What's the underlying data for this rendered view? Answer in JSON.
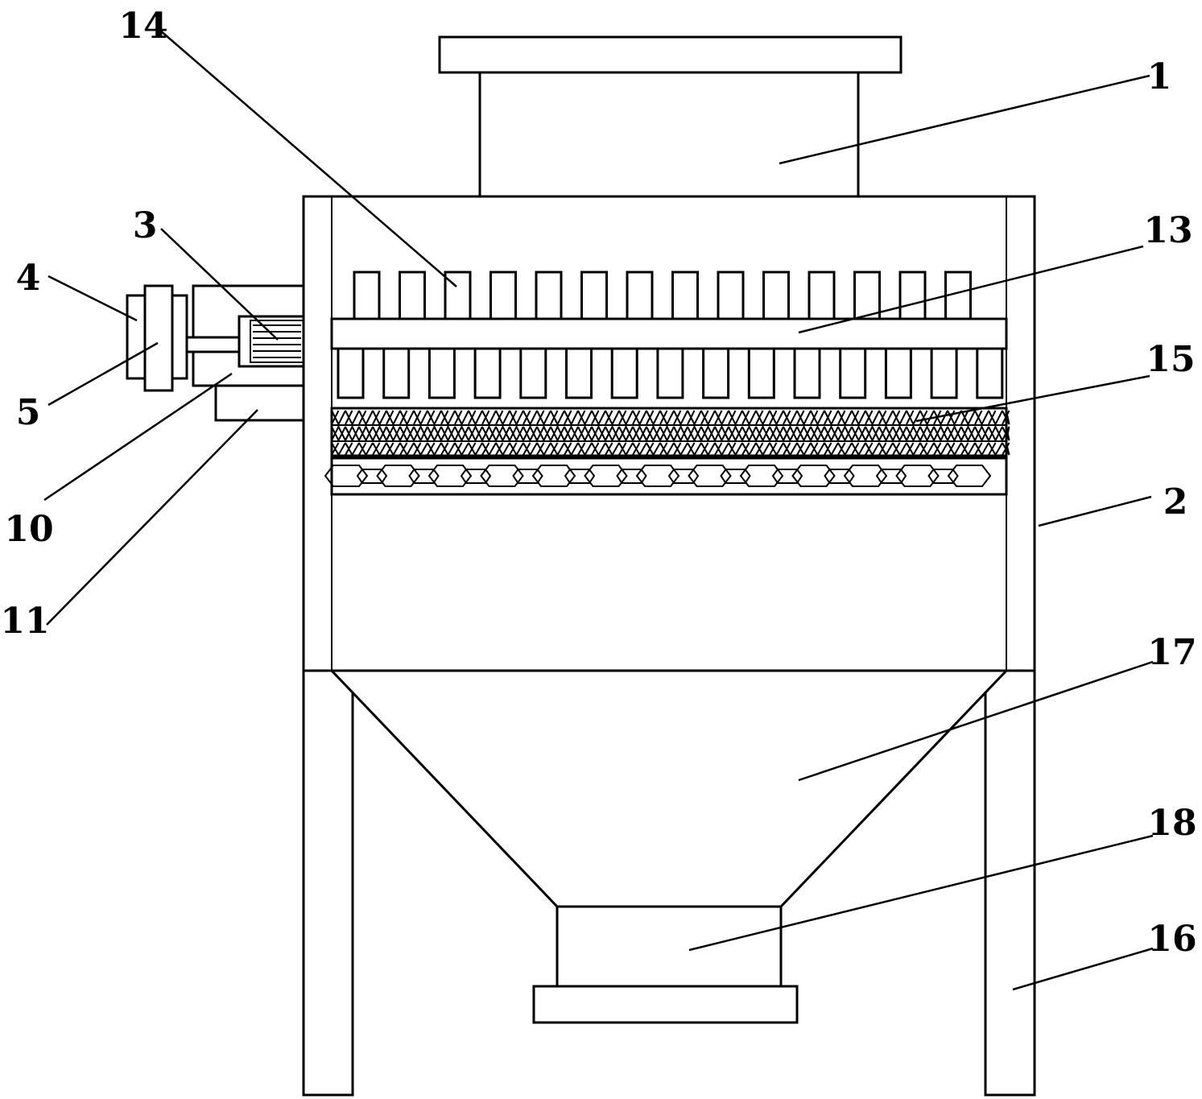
{
  "diagram": {
    "labels": {
      "inlet": "1",
      "housing": "2",
      "coupling": "3",
      "motor": "4",
      "motor_shaft": "5",
      "bearing_seat": "10",
      "support_block": "11",
      "rotating_shaft": "13",
      "teeth": "14",
      "filter_screens": "15",
      "legs": "16",
      "hopper": "17",
      "outlet": "18"
    },
    "colors": {
      "stroke": "#000000",
      "background": "#ffffff"
    }
  }
}
